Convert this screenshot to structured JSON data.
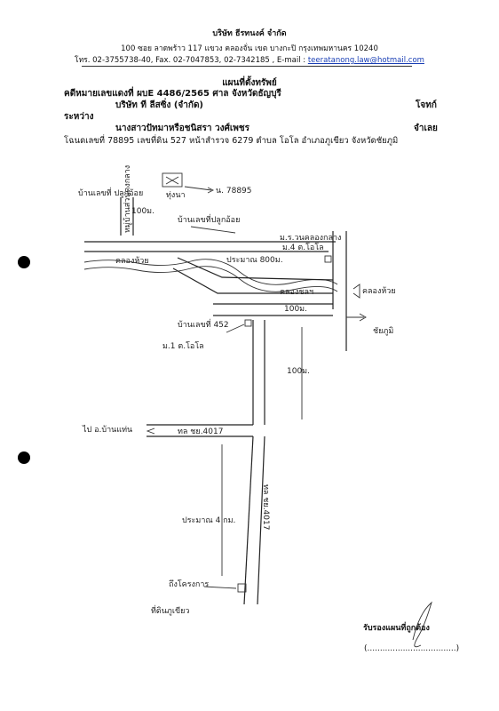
{
  "header": {
    "company": "บริษัท ธีรทนงค์ จำกัด",
    "address": "100 ซอย ลาดพร้าว 117 แขวง คลองจั่น เขต บางกะปิ กรุงเทพมหานคร 10240",
    "phone_fax": "โทร. 02-3755738-40, Fax. 02-7047853, 02-7342185 , E-mail :",
    "email": "teeratanong.law@hotmail.com"
  },
  "document": {
    "title": "แผนที่ตั้งทรัพย์",
    "case_line": "คดีหมายเลขแดงที่ ผบE 4486/2565 ศาล จังหวัดธัญบุรี",
    "plaintiff": "บริษัท ที ลีสซิ่ง (จำกัด)",
    "plaintiff_role": "โจทก์",
    "between": "ระหว่าง",
    "defendant": "นางสาวปัทมาหรือชนิสรา วงศ์เพชร",
    "defendant_role": "จำเลย",
    "deed_line": "โฉนดเลขที่ 78895 เลขที่ดิน 527 หน้าสำรวจ 6279 ตำบล โอโล อำเภอภูเขียว จังหวัดชัยภูมิ"
  },
  "map_labels": {
    "deed_no": "น. 78895",
    "rice_field": "ทุ่งนา",
    "village_sign": "หมู่บ้านส่วนดงกลาง",
    "house_left": "บ้านเลขที่ ปลูกอ้อย",
    "house_mid": "บ้านเลขที่ปลูกอ้อย",
    "dist_100_a": "100ม.",
    "village_office": "ม.ร.วนคลองกลาง",
    "village_office2": "ม.4 ต.โอโล",
    "approx_800": "ประมาณ 800ม.",
    "canal_left": "คลองห้วย",
    "canal_mid": "คลองชลฯ",
    "canal_right": "คลองห้วย",
    "dist_100_b": "100ม.",
    "to_chaiyaphum": "ชัยภูมิ",
    "house_452": "บ้านเลขที่ 452",
    "moo1": "ม.1 ต.โอโล",
    "dist_100_c": "100ม.",
    "to_district": "ไป อ.บ้านแท่น",
    "road_code": "ทล ชย.4017",
    "road_code_v": "ทล ชย.4017",
    "approx_4km": "ประมาณ 4 กม.",
    "landmark1": "ถึงโครงการ",
    "landmark2": "ที่ดินภูเขียว"
  },
  "footer": {
    "certify": "รับรองแผนที่ถูกต้อง",
    "signature_line": "(...................................)"
  }
}
